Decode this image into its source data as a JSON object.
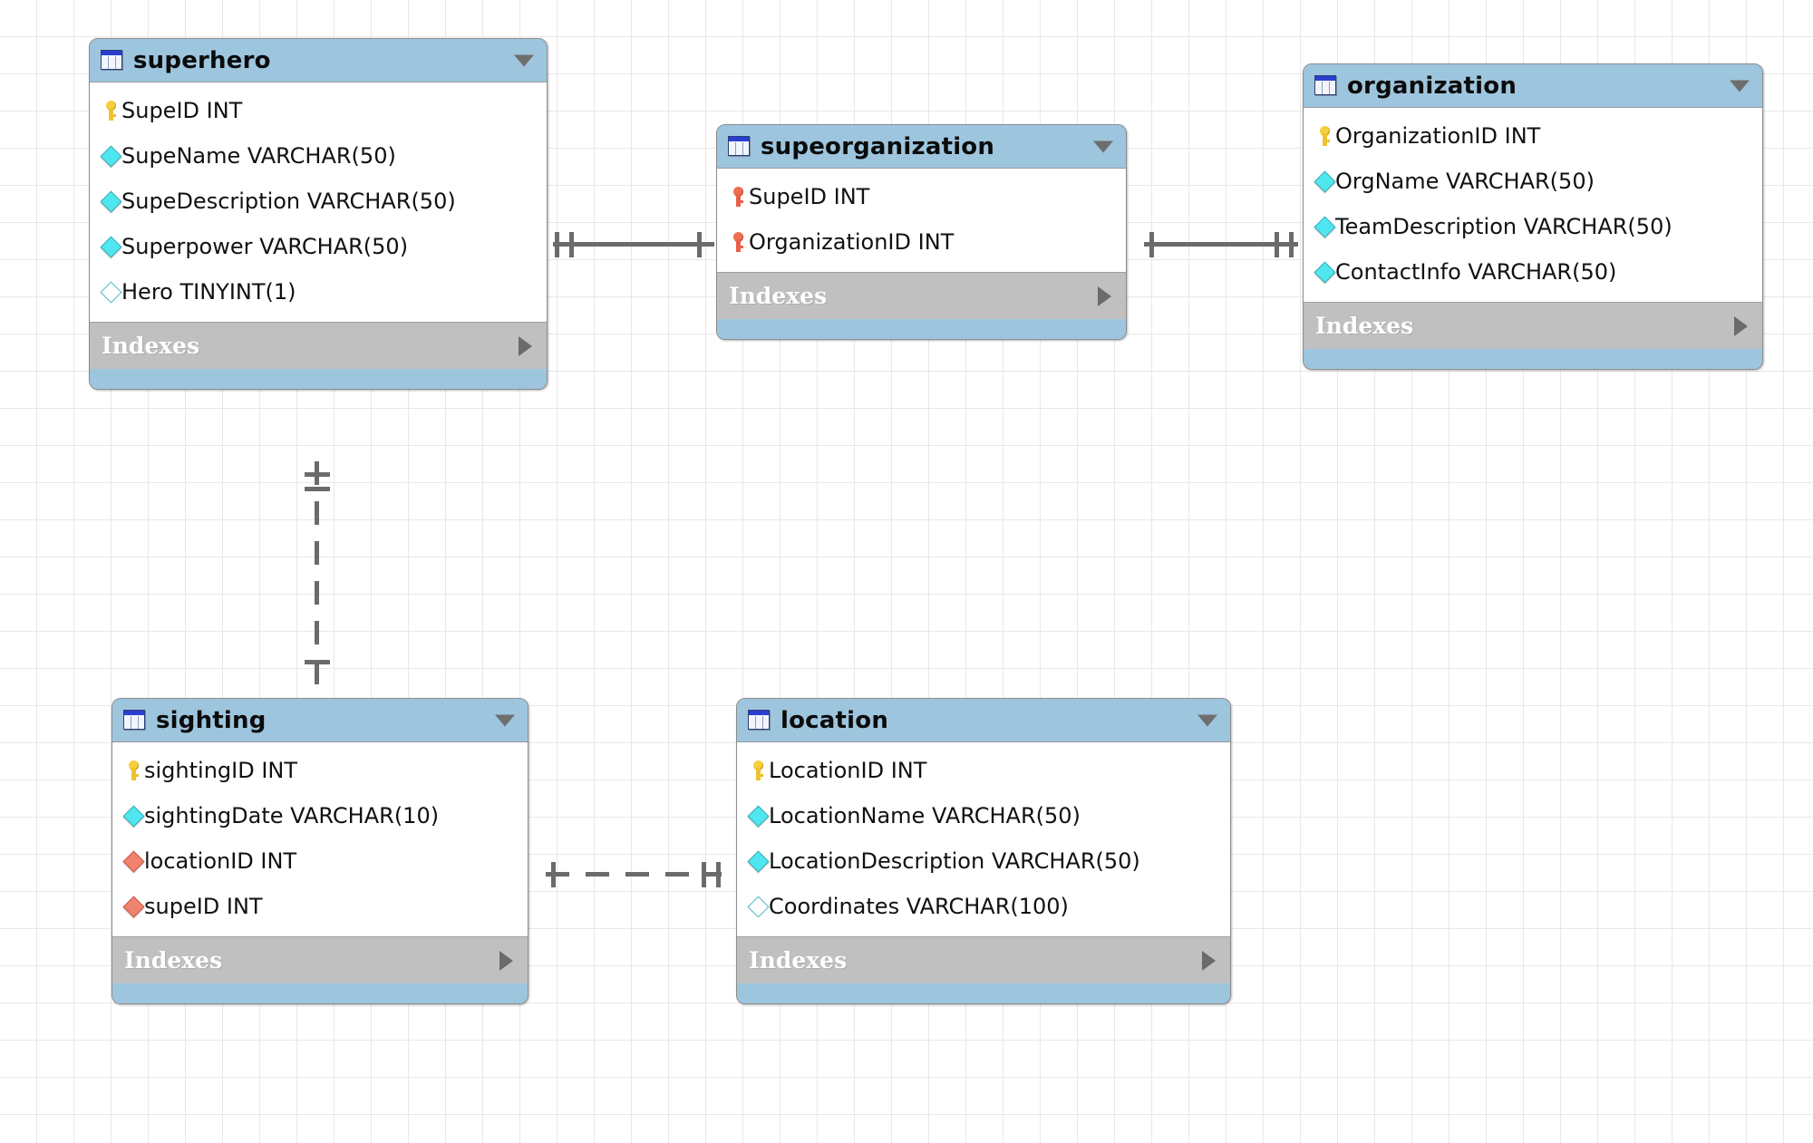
{
  "diagram": {
    "type": "eer-diagram",
    "background": "#ffffff",
    "grid_color": "#e8e8e8",
    "header_color": "#9ec5de",
    "footer_color": "#9ec5de",
    "indexes_bar_color": "#c0c0c0",
    "connector_color": "#6b6b6b",
    "indexes_label": "Indexes"
  },
  "tables": [
    {
      "id": "superhero",
      "name": "superhero",
      "indexes_label": "Indexes",
      "columns": [
        {
          "icon": "primary-key",
          "name": "SupeID",
          "type": "INT"
        },
        {
          "icon": "column-notnull",
          "name": "SupeName",
          "type": "VARCHAR(50)"
        },
        {
          "icon": "column-notnull",
          "name": "SupeDescription",
          "type": "VARCHAR(50)"
        },
        {
          "icon": "column-notnull",
          "name": "Superpower",
          "type": "VARCHAR(50)"
        },
        {
          "icon": "column-nullable",
          "name": "Hero",
          "type": "TINYINT(1)"
        }
      ]
    },
    {
      "id": "supeorganization",
      "name": "supeorganization",
      "indexes_label": "Indexes",
      "columns": [
        {
          "icon": "primary-foreign-key",
          "name": "SupeID",
          "type": "INT"
        },
        {
          "icon": "primary-foreign-key",
          "name": "OrganizationID",
          "type": "INT"
        }
      ]
    },
    {
      "id": "organization",
      "name": "organization",
      "indexes_label": "Indexes",
      "columns": [
        {
          "icon": "primary-key",
          "name": "OrganizationID",
          "type": "INT"
        },
        {
          "icon": "column-notnull",
          "name": "OrgName",
          "type": "VARCHAR(50)"
        },
        {
          "icon": "column-notnull",
          "name": "TeamDescription",
          "type": "VARCHAR(50)"
        },
        {
          "icon": "column-notnull",
          "name": "ContactInfo",
          "type": "VARCHAR(50)"
        }
      ]
    },
    {
      "id": "sighting",
      "name": "sighting",
      "indexes_label": "Indexes",
      "columns": [
        {
          "icon": "primary-key",
          "name": "sightingID",
          "type": "INT"
        },
        {
          "icon": "column-notnull",
          "name": "sightingDate",
          "type": "VARCHAR(10)"
        },
        {
          "icon": "foreign-key",
          "name": "locationID",
          "type": "INT"
        },
        {
          "icon": "foreign-key",
          "name": "supeID",
          "type": "INT"
        }
      ]
    },
    {
      "id": "location",
      "name": "location",
      "indexes_label": "Indexes",
      "columns": [
        {
          "icon": "primary-key",
          "name": "LocationID",
          "type": "INT"
        },
        {
          "icon": "column-notnull",
          "name": "LocationName",
          "type": "VARCHAR(50)"
        },
        {
          "icon": "column-notnull",
          "name": "LocationDescription",
          "type": "VARCHAR(50)"
        },
        {
          "icon": "column-nullable",
          "name": "Coordinates",
          "type": "VARCHAR(100)"
        }
      ]
    }
  ],
  "relationships": [
    {
      "id": "superhero-supeorganization",
      "from": "superhero",
      "to": "supeorganization",
      "style": "solid",
      "from_cardinality": "one",
      "to_cardinality": "many"
    },
    {
      "id": "supeorganization-organization",
      "from": "supeorganization",
      "to": "organization",
      "style": "solid",
      "from_cardinality": "many",
      "to_cardinality": "one"
    },
    {
      "id": "superhero-sighting",
      "from": "superhero",
      "to": "sighting",
      "style": "dashed",
      "from_cardinality": "one",
      "to_cardinality": "many"
    },
    {
      "id": "sighting-location",
      "from": "sighting",
      "to": "location",
      "style": "dashed",
      "from_cardinality": "many",
      "to_cardinality": "one"
    }
  ]
}
